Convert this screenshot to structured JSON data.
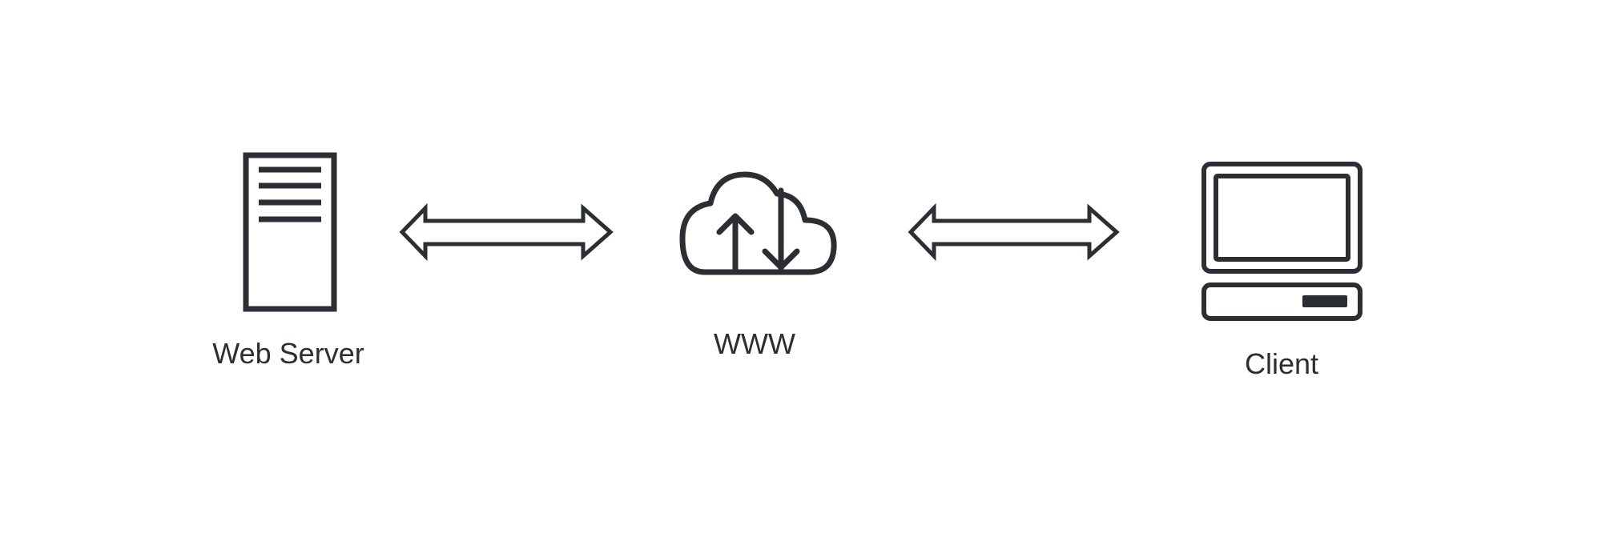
{
  "nodes": [
    {
      "id": "web-server",
      "label": "Web Server",
      "icon": "server-icon"
    },
    {
      "id": "www",
      "label": "WWW",
      "icon": "cloud-upload-download-icon"
    },
    {
      "id": "client",
      "label": "Client",
      "icon": "computer-icon"
    }
  ],
  "connections": [
    {
      "from": "web-server",
      "to": "www",
      "direction": "bidirectional"
    },
    {
      "from": "www",
      "to": "client",
      "direction": "bidirectional"
    }
  ],
  "colors": {
    "stroke": "#2b2e33",
    "background": "#ffffff"
  }
}
